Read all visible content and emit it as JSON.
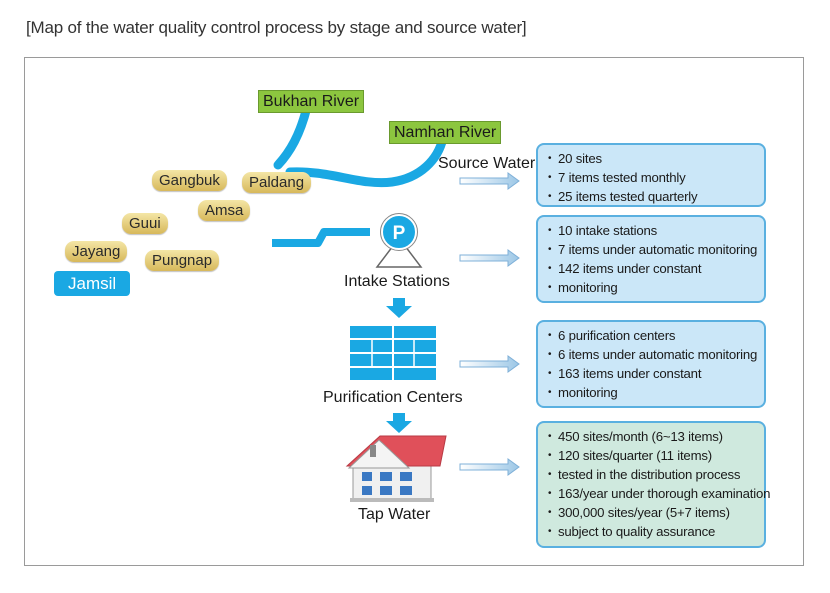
{
  "title": "[Map of the water quality control process by stage and source water]",
  "rivers": [
    "Bukhan River",
    "Namhan River"
  ],
  "places": [
    "Gangbuk",
    "Paldang",
    "Amsa",
    "Guui",
    "Jayang",
    "Pungnap",
    "Jamsil"
  ],
  "stages": {
    "source": "Source Water",
    "intake": "Intake Stations",
    "purification": "Purification Centers",
    "tap": "Tap Water"
  },
  "intake_icon_letter": "P",
  "boxes": {
    "source": [
      "20 sites",
      "7 items tested monthly",
      "25 items tested quarterly"
    ],
    "intake": [
      "10 intake stations",
      "7 items under automatic monitoring",
      "142 items under constant",
      "monitoring"
    ],
    "purification": [
      "6 purification centers",
      "6 items under automatic monitoring",
      "163 items under constant",
      "monitoring"
    ],
    "tap": [
      "450 sites/month (6~13 items)",
      "120 sites/quarter (11 items)",
      "tested in the distribution process",
      "163/year under thorough examination",
      "300,000 sites/year (5+7 items)",
      "subject to quality assurance"
    ]
  },
  "colors": {
    "river": "#1aa8e3",
    "river_label": "#8cc63f",
    "box_border": "#5ab0e0",
    "box_fill": "#cbe7f8",
    "tap_box_fill": "#cfe9de",
    "arrow_down": "#1aa8e3",
    "roof": "#e0505a"
  }
}
